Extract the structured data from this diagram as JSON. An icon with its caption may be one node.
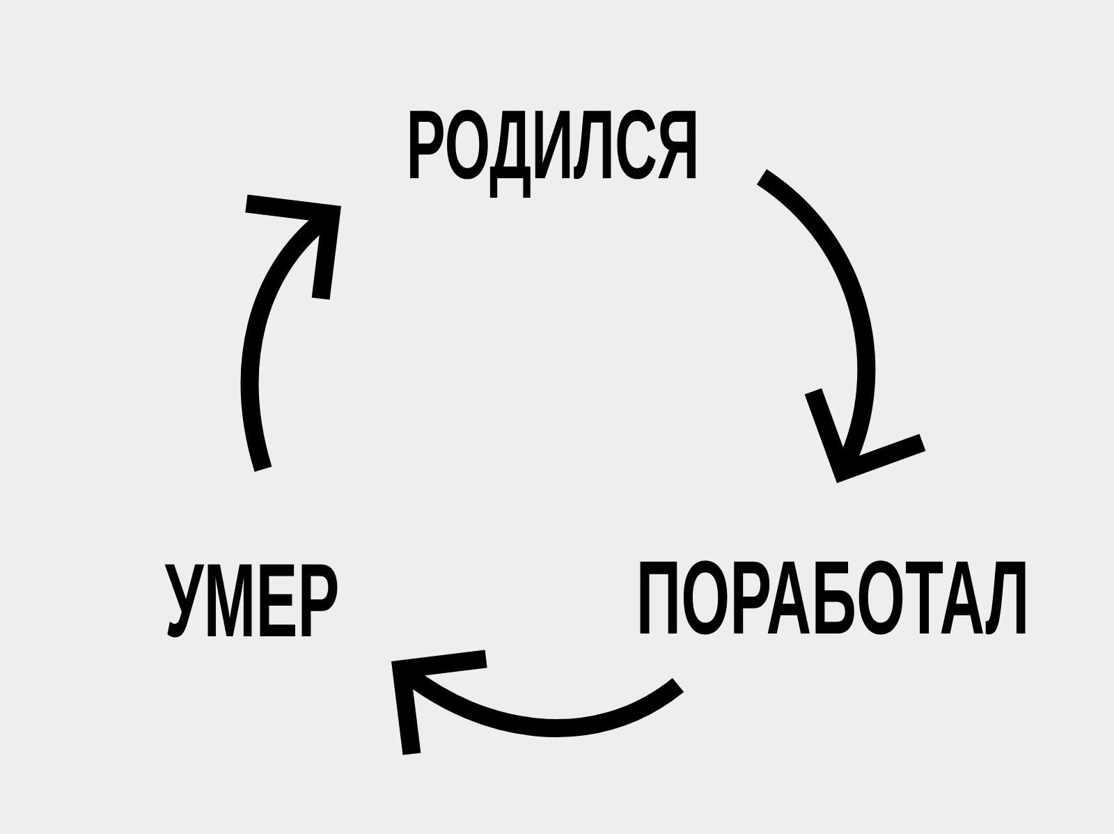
{
  "diagram": {
    "nodes": [
      {
        "text": [
          "РОДИЛСЯ"
        ]
      },
      {
        "text": [
          "ПОРАБОТАЛ"
        ]
      },
      {
        "text": [
          "УМЕР"
        ]
      }
    ],
    "edges": [
      {
        "from": 0,
        "to": 1,
        "arrow": "to"
      },
      {
        "from": 1,
        "to": 2,
        "arrow": "to"
      },
      {
        "from": 2,
        "to": 0,
        "arrow": "to"
      }
    ]
  }
}
